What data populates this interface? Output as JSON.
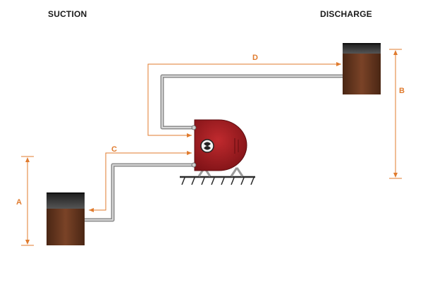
{
  "headers": {
    "suction": "SUCTION",
    "discharge": "DISCHARGE"
  },
  "dimensions": {
    "a": "A",
    "b": "B",
    "c": "C",
    "d": "D"
  },
  "colors": {
    "dimension": "#e07b2e",
    "pipe": "#9a9a9a",
    "tank_body": "#6b3a22",
    "tank_top": "#2e2e2e",
    "pump_body": "#9e1b1f",
    "ground": "#2a2a2a"
  },
  "icons": {
    "pump_logo": "pump-logo-icon"
  }
}
